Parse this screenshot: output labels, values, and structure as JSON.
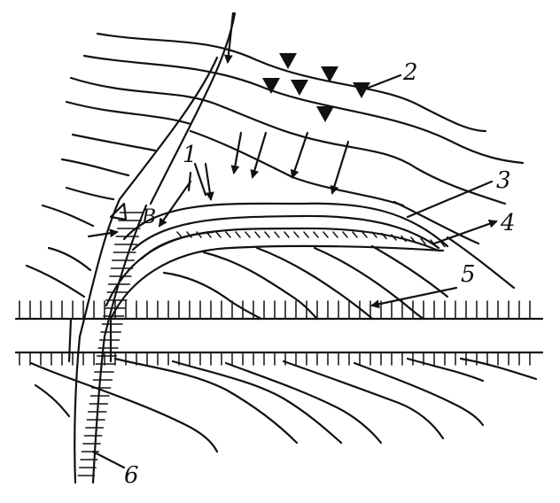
{
  "diagram": {
    "labels": {
      "one": "1",
      "two": "2",
      "three": "3",
      "four": "4",
      "five": "5",
      "six": "6",
      "letter_b": "B"
    }
  }
}
